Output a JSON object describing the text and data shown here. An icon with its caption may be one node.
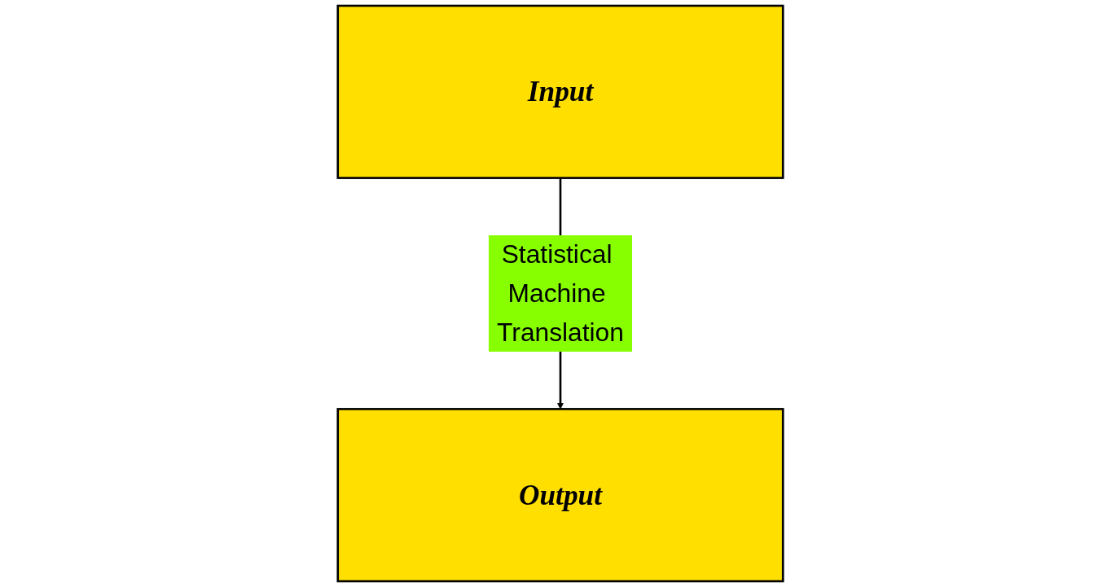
{
  "diagram": {
    "nodes": [
      {
        "text": [
          "Input"
        ]
      },
      {
        "text": [
          "Output"
        ]
      }
    ],
    "edges": [
      {
        "from": 0,
        "to": 1,
        "arrow": "to",
        "label": "Statistical Machine Translation"
      }
    ]
  }
}
